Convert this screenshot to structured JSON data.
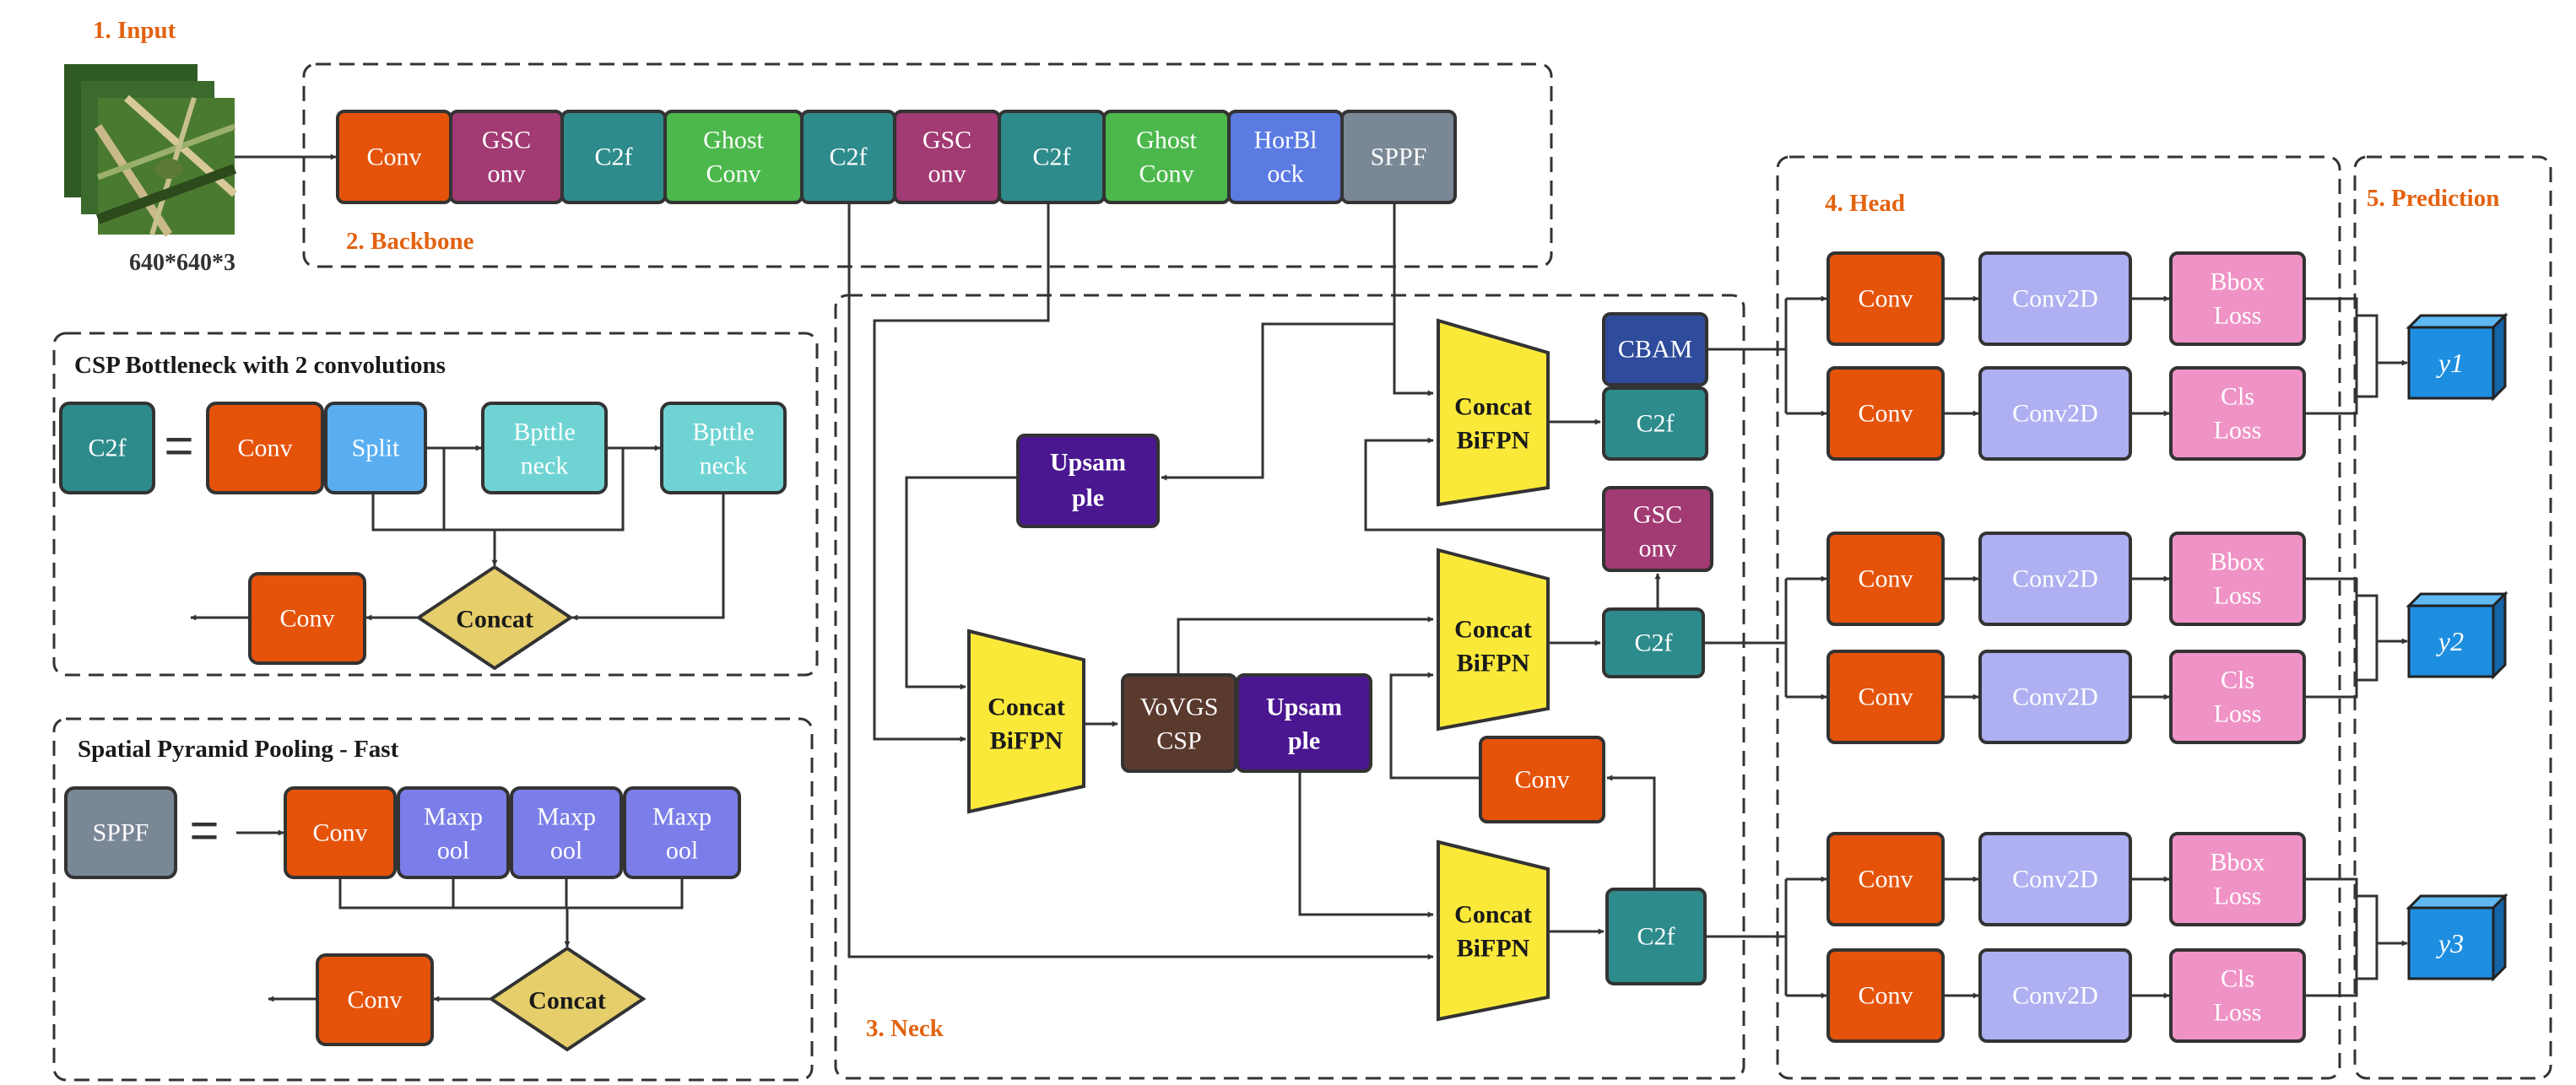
{
  "sections": {
    "input": "1. Input",
    "backbone": "2. Backbone",
    "neck": "3. Neck",
    "head": "4. Head",
    "prediction": "5. Prediction"
  },
  "input_size": "640*640*3",
  "backbone": {
    "blocks": [
      {
        "lines": [
          "Conv"
        ],
        "color": "#e5530a"
      },
      {
        "lines": [
          "GSC",
          "onv"
        ],
        "color": "#a23a74"
      },
      {
        "lines": [
          "C2f"
        ],
        "color": "#2e8b8b"
      },
      {
        "lines": [
          "Ghost",
          "Conv"
        ],
        "color": "#4cb84c"
      },
      {
        "lines": [
          "C2f"
        ],
        "color": "#2e8b8b"
      },
      {
        "lines": [
          "GSC",
          "onv"
        ],
        "color": "#a23a74"
      },
      {
        "lines": [
          "C2f"
        ],
        "color": "#2e8b8b"
      },
      {
        "lines": [
          "Ghost",
          "Conv"
        ],
        "color": "#4cb84c"
      },
      {
        "lines": [
          "HorBl",
          "ock"
        ],
        "color": "#5b7be3"
      },
      {
        "lines": [
          "SPPF"
        ],
        "color": "#7a8896"
      }
    ]
  },
  "csp_panel": {
    "title": "CSP Bottleneck with 2 convolutions",
    "c2f": "C2f",
    "conv": "Conv",
    "split": "Split",
    "bottleneck1": [
      "Bpttle",
      "neck"
    ],
    "bottleneck2": [
      "Bpttle",
      "neck"
    ],
    "concat": "Concat",
    "out_conv": "Conv"
  },
  "sppf_panel": {
    "title": "Spatial Pyramid Pooling - Fast",
    "sppf": "SPPF",
    "conv": "Conv",
    "maxpool1": [
      "Maxp",
      "ool"
    ],
    "maxpool2": [
      "Maxp",
      "ool"
    ],
    "maxpool3": [
      "Maxp",
      "ool"
    ],
    "concat": "Concat",
    "out_conv": "Conv"
  },
  "neck": {
    "upsample1": [
      "Upsam",
      "ple"
    ],
    "upsample2": [
      "Upsam",
      "ple"
    ],
    "concat_left": [
      "Concat",
      "BiFPN"
    ],
    "vovgscsp": [
      "VoVGS",
      "CSP"
    ],
    "concat_top": [
      "Concat",
      "BiFPN"
    ],
    "concat_mid": [
      "Concat",
      "BiFPN"
    ],
    "concat_bot": [
      "Concat",
      "BiFPN"
    ],
    "cbam": "CBAM",
    "c2f_top": "C2f",
    "gsconv": [
      "GSC",
      "onv"
    ],
    "c2f_mid": "C2f",
    "conv": "Conv",
    "c2f_bot": "C2f"
  },
  "head": {
    "rows": [
      {
        "conv": "Conv",
        "conv2d": "Conv2D",
        "loss": [
          "Bbox",
          "Loss"
        ]
      },
      {
        "conv": "Conv",
        "conv2d": "Conv2D",
        "loss": [
          "Cls",
          "Loss"
        ]
      },
      {
        "conv": "Conv",
        "conv2d": "Conv2D",
        "loss": [
          "Bbox",
          "Loss"
        ]
      },
      {
        "conv": "Conv",
        "conv2d": "Conv2D",
        "loss": [
          "Cls",
          "Loss"
        ]
      },
      {
        "conv": "Conv",
        "conv2d": "Conv2D",
        "loss": [
          "Bbox",
          "Loss"
        ]
      },
      {
        "conv": "Conv",
        "conv2d": "Conv2D",
        "loss": [
          "Cls",
          "Loss"
        ]
      }
    ]
  },
  "outputs": [
    "y1",
    "y2",
    "y3"
  ],
  "colors": {
    "conv": "#e5530a",
    "c2f": "#2e8b8b",
    "gsconv": "#a23a74",
    "ghost": "#4cb84c",
    "horblock": "#5b7be3",
    "sppf": "#7a8896",
    "split": "#5aaef0",
    "bottleneck": "#6fd3d3",
    "maxpool": "#7b7ee8",
    "concat_diamond": "#e6cf6b",
    "concat_bifpn": "#fbe93a",
    "upsample": "#4a1791",
    "vovgscsp": "#5b3a2e",
    "cbam": "#2f4b9c",
    "conv2d": "#aeb0f2",
    "loss": "#ef93c6",
    "output": "#1e8ee0",
    "section_label": "#e2620f"
  }
}
